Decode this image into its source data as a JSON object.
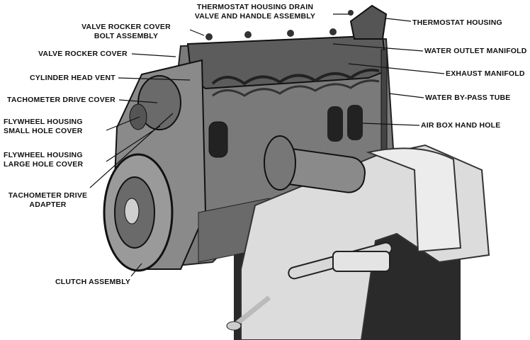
{
  "labels": {
    "thermostat_drain": [
      "THERMOSTAT HOUSING DRAIN",
      "VALVE AND HANDLE ASSEMBLY"
    ],
    "thermostat_housing": "THERMOSTAT HOUSING",
    "rocker_cover_bolt": [
      "VALVE ROCKER COVER",
      "BOLT ASSEMBLY"
    ],
    "water_outlet_manifold": "WATER OUTLET MANIFOLD",
    "valve_rocker_cover": "VALVE ROCKER COVER",
    "exhaust_manifold": "EXHAUST MANIFOLD",
    "cylinder_head_vent": "CYLINDER HEAD VENT",
    "water_bypass_tube": "WATER BY-PASS TUBE",
    "tachometer_drive_cover": "TACHOMETER DRIVE COVER",
    "air_box_hand_hole": "AIR BOX HAND HOLE",
    "flywheel_small_hole_cover": [
      "FLYWHEEL HOUSING",
      "SMALL HOLE COVER"
    ],
    "flywheel_large_hole_cover": [
      "FLYWHEEL HOUSING",
      "LARGE HOLE COVER"
    ],
    "tachometer_drive_adapter": [
      "TACHOMETER DRIVE",
      "ADAPTER"
    ],
    "clutch_assembly": "CLUTCH ASSEMBLY"
  }
}
